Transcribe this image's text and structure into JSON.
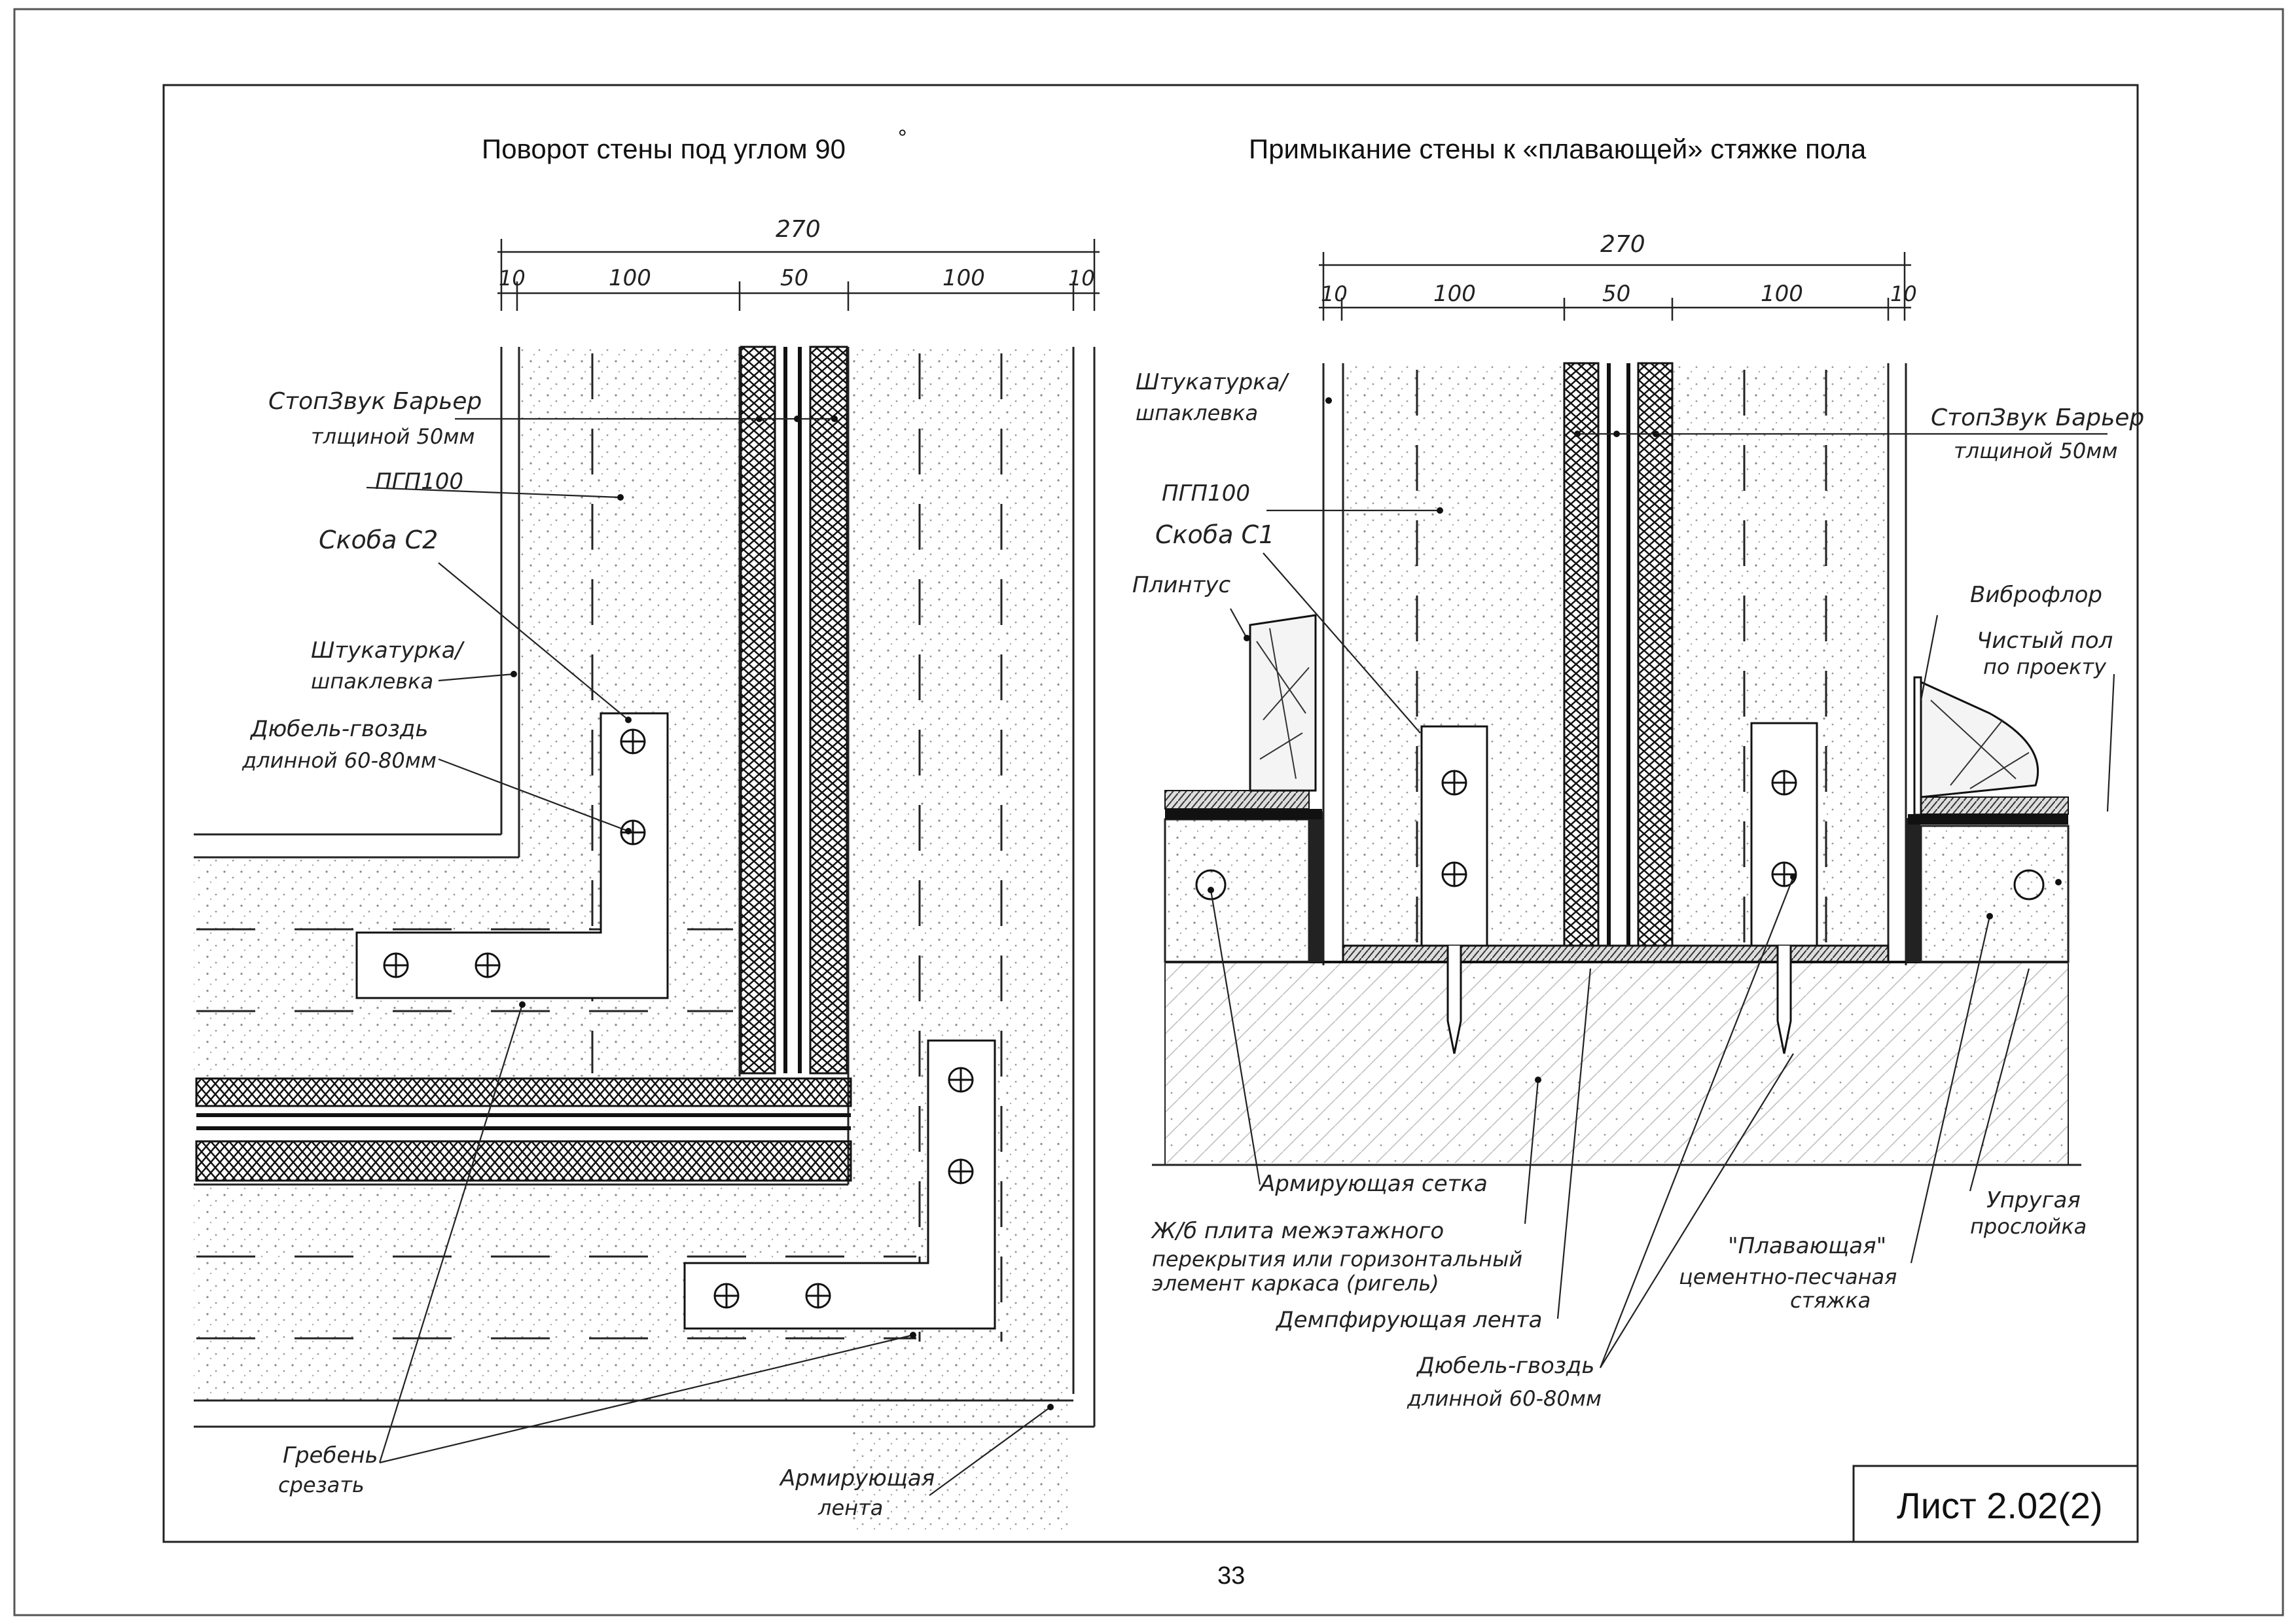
{
  "page_number": "33",
  "sheet_label": "Лист 2.02(2)",
  "left": {
    "title": "Поворот стены под углом 90",
    "degree_sign": "°",
    "dims": [
      "270",
      "10",
      "100",
      "50",
      "100",
      "10"
    ],
    "labels": {
      "barrier_1": "СтопЗвук Барьер",
      "barrier_2": "тлщиной 50мм",
      "board": "ПГП100",
      "bracket": "Скоба С2",
      "plaster_1": "Штукатурка/",
      "plaster_2": "шпаклевка",
      "dowel_1": "Дюбель-гвоздь",
      "dowel_2": "длинной 60-80мм",
      "tongue_1": "Гребень",
      "tongue_2": "срезать",
      "tape_1": "Армирующая",
      "tape_2": "лента"
    }
  },
  "right": {
    "title": "Примыкание стены к «плавающей» стяжке пола",
    "dims": [
      "270",
      "10",
      "100",
      "50",
      "100",
      "10"
    ],
    "labels": {
      "plaster_1": "Штукатурка/",
      "plaster_2": "шпаклевка",
      "barrier_1": "СтопЗвук Барьер",
      "barrier_2": "тлщиной 50мм",
      "board": "ПГП100",
      "bracket": "Скоба С1",
      "plinth": "Плинтус",
      "vibrofloor": "Виброфлор",
      "finish_1": "Чистый пол",
      "finish_2": "по проекту",
      "mesh": "Армирующая сетка",
      "slab_1": "Ж/б плита межэтажного",
      "slab_2": "перекрытия или горизонтальный",
      "slab_3": "элемент каркаса (ригель)",
      "damper": "Демпфирующая лента",
      "dowel_1": "Дюбель-гвоздь",
      "dowel_2": "длинной 60-80мм",
      "screed_1": "\"Плавающая\"",
      "screed_2": "цементно-песчаная",
      "screed_3": "стяжка",
      "elastic_1": "Упругая",
      "elastic_2": "прослойка"
    }
  }
}
